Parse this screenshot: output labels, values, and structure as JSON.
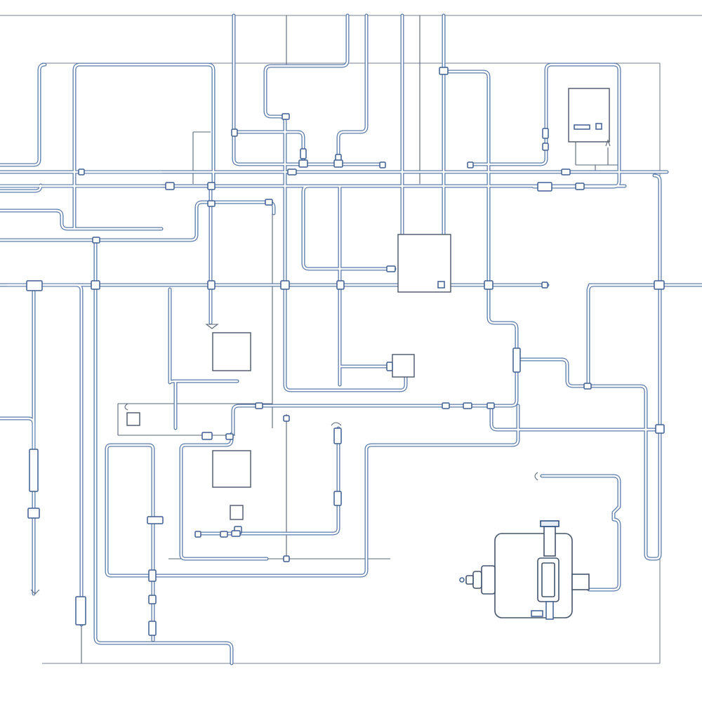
{
  "diagram": {
    "type": "piping-schematic",
    "colors": {
      "background": "#ffffff",
      "pipe": "#5b7bad",
      "pipe_core": "#ffffff",
      "line": "#5a6478",
      "fitting": "#3e5f94"
    },
    "components": [
      {
        "kind": "junction-box",
        "icon": "square-box"
      },
      {
        "kind": "control-panel",
        "icon": "panel-box"
      },
      {
        "kind": "valve-box",
        "icon": "square-box"
      },
      {
        "kind": "valve-box",
        "icon": "square-box"
      },
      {
        "kind": "small-box",
        "icon": "square-box"
      },
      {
        "kind": "small-box",
        "icon": "square-box"
      },
      {
        "kind": "small-box",
        "icon": "square-box"
      },
      {
        "kind": "pump",
        "icon": "pump-motor"
      }
    ]
  }
}
